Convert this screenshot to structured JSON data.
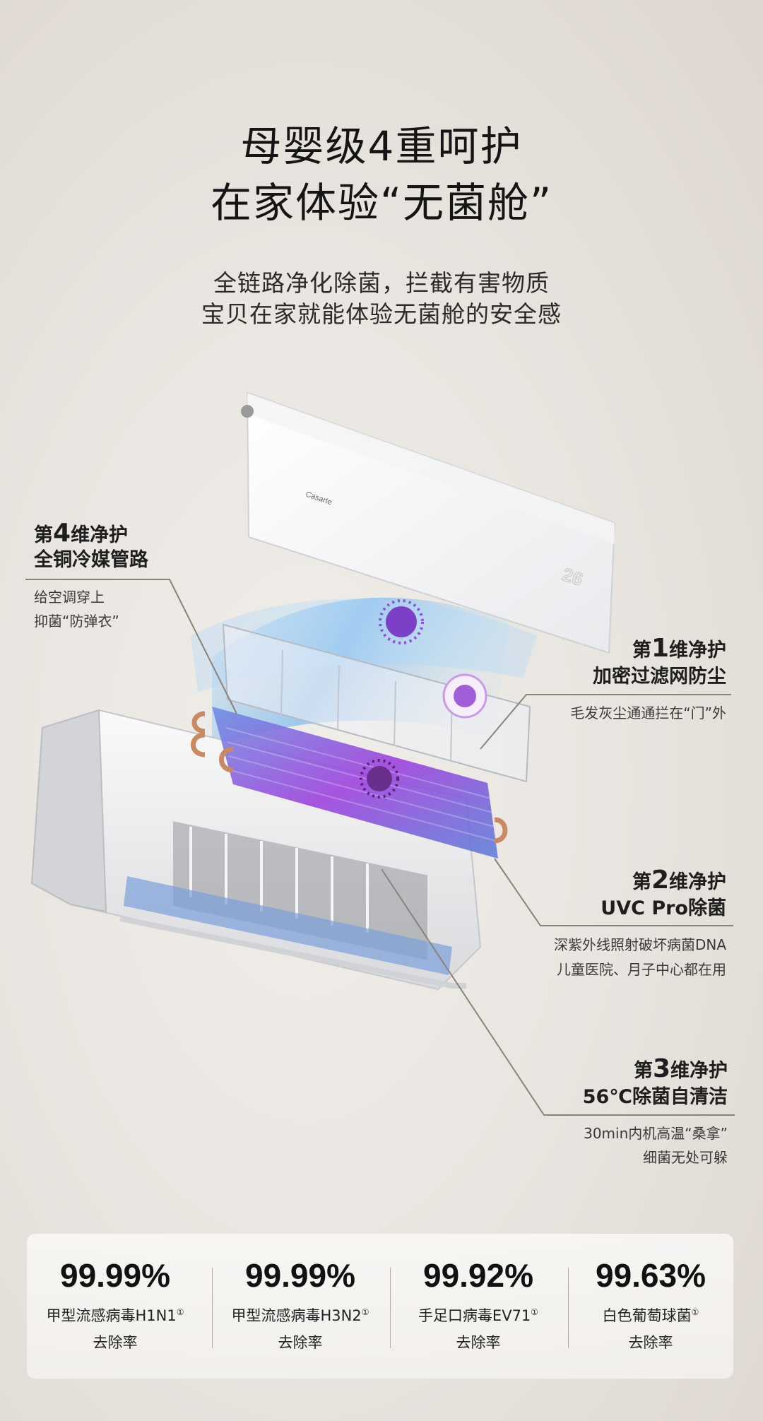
{
  "header": {
    "title_line1": "母婴级4重呵护",
    "title_line2": "在家体验“无菌舱”",
    "subtitle_line1": "全链路净化除菌，拦截有害物质",
    "subtitle_line2": "宝贝在家就能体验无菌舱的安全感"
  },
  "product": {
    "brand_mark": "Casarte",
    "display_value": "26"
  },
  "labels": {
    "l4": {
      "prefix": "第",
      "num": "4",
      "suffix": "维净护",
      "title": "全铜冷媒管路",
      "desc1": "给空调穿上",
      "desc2": "抑菌“防弹衣”"
    },
    "l1": {
      "prefix": "第",
      "num": "1",
      "suffix": "维净护",
      "title": "加密过滤网防尘",
      "desc1": "毛发灰尘通通拦在“门”外"
    },
    "l2": {
      "prefix": "第",
      "num": "2",
      "suffix": "维净护",
      "title": "UVC Pro除菌",
      "desc1": "深紫外线照射破坏病菌DNA",
      "desc2": "儿童医院、月子中心都在用"
    },
    "l3": {
      "prefix": "第",
      "num": "3",
      "suffix": "维净护",
      "title": "56℃除菌自清洁",
      "desc1": "30min内机高温“桑拿”",
      "desc2": "细菌无处可躲"
    }
  },
  "stats": [
    {
      "value": "99.99%",
      "name": "甲型流感病毒H1N1",
      "mark": "①",
      "caption": "去除率"
    },
    {
      "value": "99.99%",
      "name": "甲型流感病毒H3N2",
      "mark": "①",
      "caption": "去除率"
    },
    {
      "value": "99.92%",
      "name": "手足口病毒EV71",
      "mark": "①",
      "caption": "去除率"
    },
    {
      "value": "99.63%",
      "name": "白色葡萄球菌",
      "mark": "①",
      "caption": "去除率"
    }
  ],
  "colors": {
    "accent_purple": "#8a3fd6",
    "uv_blue": "#6fb7f0",
    "copper": "#c98a63"
  }
}
